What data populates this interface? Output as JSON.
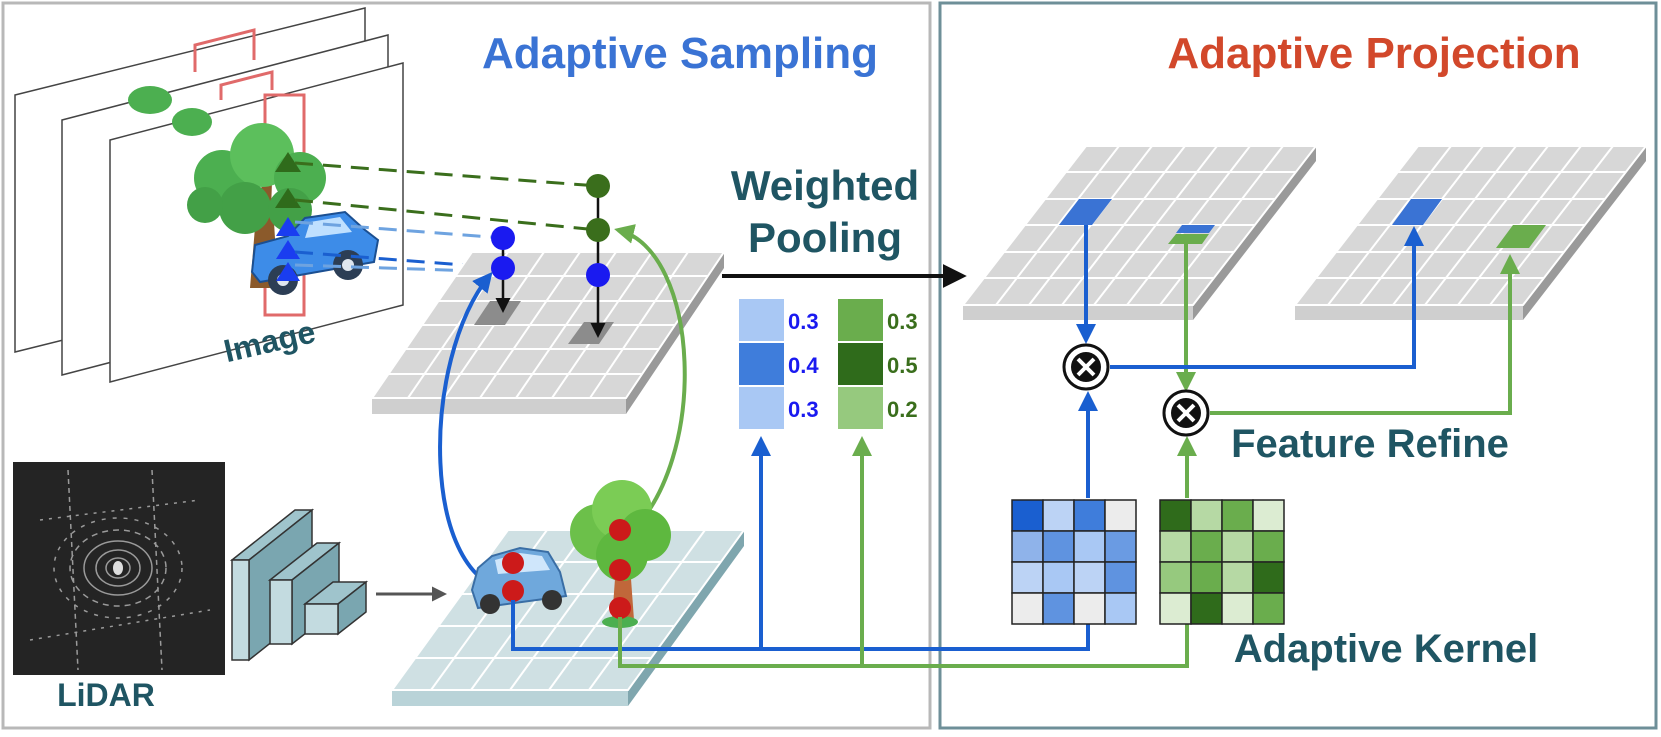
{
  "panels": {
    "sampling_title": "Adaptive Sampling",
    "projection_title": "Adaptive Projection"
  },
  "labels": {
    "image": "Image",
    "lidar": "LiDAR",
    "pooling_line1": "Weighted",
    "pooling_line2": "Pooling",
    "feature_refine": "Feature Refine",
    "adaptive_kernel": "Adaptive Kernel"
  },
  "weights": {
    "blue": [
      "0.3",
      "0.4",
      "0.3"
    ],
    "green": [
      "0.3",
      "0.5",
      "0.2"
    ]
  },
  "colors": {
    "blue_title": "#3a73d4",
    "red_title": "#d2482b",
    "teal_text": "#1f5563",
    "blue_line": "#1a5fd0",
    "green_line": "#6aad4d",
    "dark_green": "#3a6e1c"
  },
  "icons": [
    "tree-icon",
    "car-icon",
    "lidar-scan-image",
    "network-blocks-icon",
    "multiply-icon"
  ]
}
